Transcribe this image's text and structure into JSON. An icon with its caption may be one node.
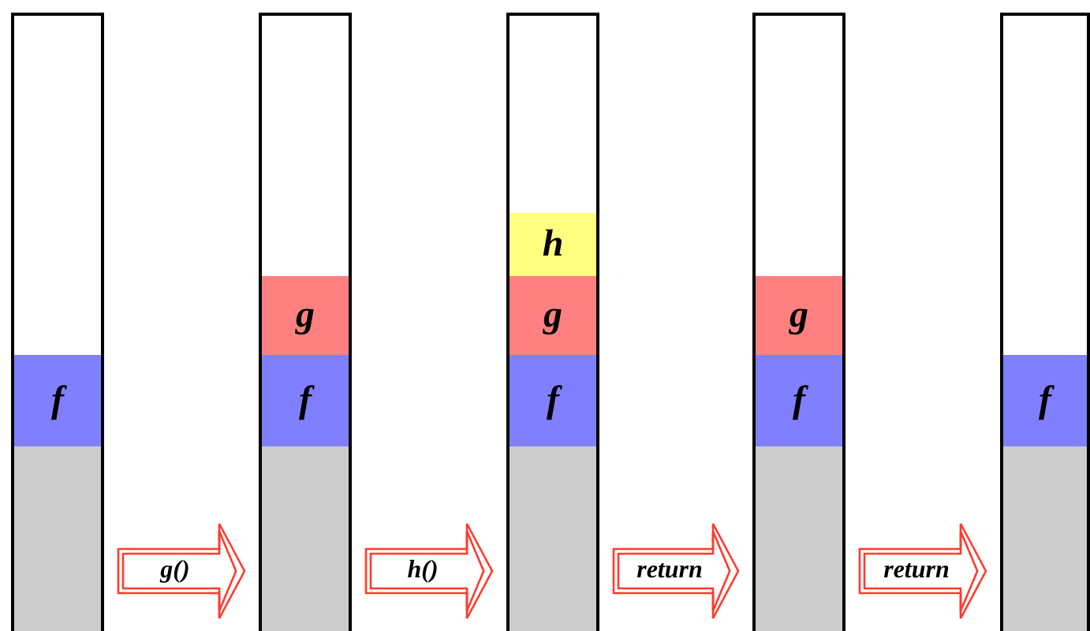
{
  "diagram": {
    "nodes": [
      {
        "text": [],
        "shape": "bar"
      },
      {
        "text": [
          "f"
        ],
        "in": 0
      },
      {
        "text": [],
        "shape": "box",
        "in": 0
      },
      {
        "text": [],
        "shape": "bar"
      },
      {
        "text": [
          "g"
        ],
        "in": 3
      },
      {
        "text": [
          "f"
        ],
        "in": 3
      },
      {
        "text": [],
        "shape": "box",
        "in": 3
      },
      {
        "text": [],
        "shape": "bar"
      },
      {
        "text": [
          "h"
        ],
        "in": 7
      },
      {
        "text": [
          "g"
        ],
        "in": 7
      },
      {
        "text": [
          "f"
        ],
        "in": 7
      },
      {
        "text": [],
        "shape": "box",
        "in": 7
      },
      {
        "text": [],
        "shape": "bar"
      },
      {
        "text": [
          "g"
        ],
        "in": 12
      },
      {
        "text": [
          "f"
        ],
        "in": 12
      },
      {
        "text": [],
        "shape": "box",
        "in": 12
      },
      {
        "text": [],
        "shape": "bar"
      },
      {
        "text": [
          "f"
        ],
        "in": 16
      },
      {
        "text": [],
        "shape": "box",
        "in": 16
      }
    ],
    "edges": [
      {
        "from": 0,
        "to": 3,
        "arrow": "to",
        "label": "g()"
      },
      {
        "from": 3,
        "to": 7,
        "arrow": "to",
        "label": "h()"
      },
      {
        "from": 7,
        "to": 12,
        "arrow": "to",
        "label": "return"
      },
      {
        "from": 12,
        "to": 16,
        "arrow": "to",
        "label": "return"
      }
    ]
  }
}
